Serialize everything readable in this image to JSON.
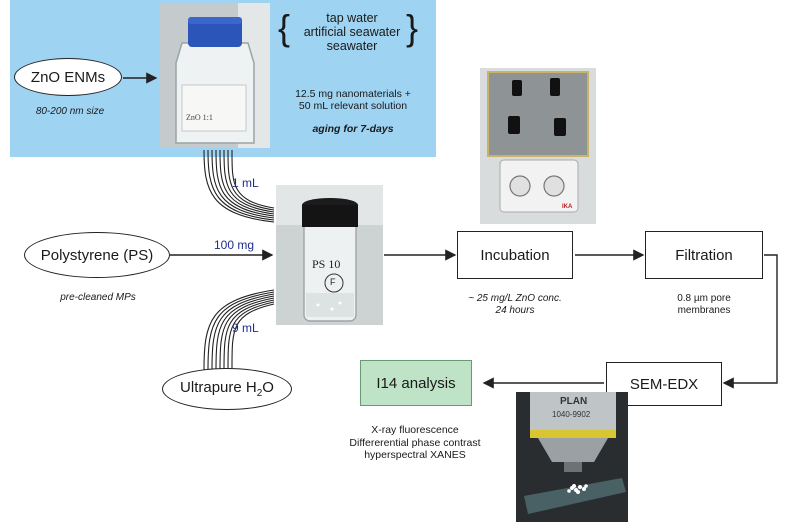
{
  "inputs": {
    "zno": {
      "label": "ZnO ENMs",
      "size_note": "80-200 nm size"
    },
    "ps": {
      "label": "Polystyrene (PS)",
      "note": "pre-cleaned MPs"
    },
    "water": {
      "label_main": "Ultrapure H",
      "label_sub": "2",
      "label_end": "O"
    }
  },
  "aging": {
    "solutions": [
      "tap water",
      "artificial seawater",
      "seawater"
    ],
    "mix_line1": "12.5 mg nanomaterials +",
    "mix_line2": "50 mL relevant solution",
    "duration": "aging for 7-days"
  },
  "quantities": {
    "zno_volume": "1 mL",
    "ps_mass": "100 mg",
    "water_volume": "9 mL"
  },
  "steps": {
    "incubation": {
      "label": "Incubation",
      "note_line1": "~ 25 mg/L ZnO conc.",
      "note_line2": "24 hours"
    },
    "filtration": {
      "label": "Filtration",
      "note_line1": "0.8 µm pore",
      "note_line2": "membranes"
    },
    "sem": {
      "label": "SEM-EDX"
    },
    "i14": {
      "label": "I14 analysis",
      "techniques": [
        "X-ray fluorescence",
        "Differerential phase contrast",
        "hyperspectral XANES"
      ]
    }
  },
  "photo_text": {
    "bottle_label": "ZnO 1:1",
    "vial_label_line1": "PS 10",
    "vial_label_line2": "F",
    "stirrer_brand": "IKA",
    "objective_line1": "PLAN",
    "objective_line2": "1040-9902"
  },
  "colors": {
    "panel": "#9fd3f2",
    "i14_box": "#bfe3c6",
    "quantity_text": "#1f2d8a"
  }
}
